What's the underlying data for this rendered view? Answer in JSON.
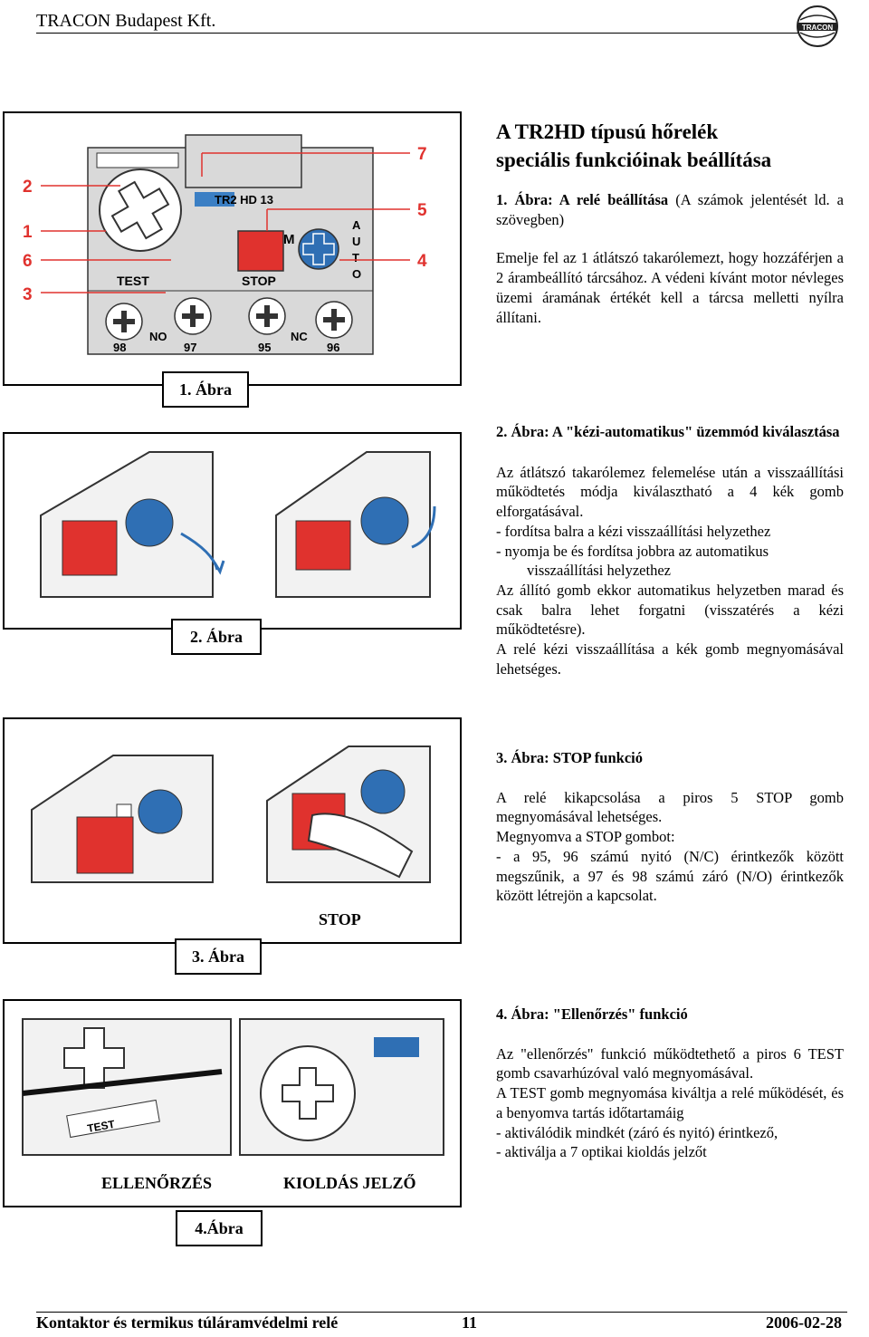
{
  "header": {
    "company": "TRACON Budapest Kft.",
    "logo_text": "TRACON"
  },
  "figure1": {
    "caption": "1. Ábra",
    "callouts": [
      "2",
      "1",
      "6",
      "3",
      "7",
      "5",
      "4"
    ],
    "device_labels": {
      "model": "TR2 HD 13",
      "test": "TEST",
      "stop": "STOP",
      "m": "M",
      "auto": [
        "A",
        "U",
        "T",
        "O"
      ],
      "no": "NO",
      "nc": "NC",
      "terminals": [
        "98",
        "97",
        "95",
        "96"
      ]
    }
  },
  "section1": {
    "title_line1": "A TR2HD típusú hőrelék",
    "title_line2": "speciális funkcióinak beállítása",
    "fig_ref_bold": "1. Ábra: A relé beállítása",
    "fig_ref_rest": "(A számok jelentését ld. a szövegben)",
    "body": "Emelje fel az 1 átlátszó takarólemezt, hogy hozzáférjen a 2 árambeállító tárcsához. A védeni kívánt motor névleges üzemi áramának értékét kell a tárcsa melletti nyílra állítani."
  },
  "figure2": {
    "caption": "2. Ábra"
  },
  "section2": {
    "title": "2. Ábra: A \"kézi-automatikus\" üzemmód kiválasztása",
    "p1": "Az átlátszó takarólemez felemelése után a visszaállítási működtetés módja kiválasztható a 4 kék gomb elforgatásával.",
    "item1": "- fordítsa balra a kézi visszaállítási helyzethez",
    "item2_a": "- nyomja be és fordítsa jobbra az automatikus",
    "item2_b": "visszaállítási helyzethez",
    "p2": "Az állító gomb ekkor automatikus helyzetben marad és csak balra lehet forgatni (visszatérés a kézi működtetésre).",
    "p3": "A relé kézi visszaállítása a kék gomb megnyomásával lehetséges."
  },
  "figure3": {
    "caption": "3. Ábra",
    "label": "STOP"
  },
  "section3": {
    "title": "3. Ábra: STOP funkció",
    "p1": "A relé kikapcsolása a piros 5 STOP gomb megnyomásával lehetséges.",
    "p2": "Megnyomva a STOP gombot:",
    "p3": "- a 95, 96 számú nyitó (N/C) érintkezők között megszűnik, a 97 és 98 számú záró (N/O) érintkezők között létrejön a kapcsolat."
  },
  "figure4": {
    "caption": "4.Ábra",
    "label_left": "ELLENŐRZÉS",
    "label_right": "KIOLDÁS JELZŐ",
    "test": "TEST"
  },
  "section4": {
    "title": "4. Ábra: \"Ellenőrzés\" funkció",
    "p1": "Az \"ellenőrzés\" funkció működtethető a piros 6 TEST gomb csavarhúzóval való megnyomásával.",
    "p2": "A TEST gomb megnyomása kiváltja a relé működését, és a benyomva tartás időtartamáig",
    "p3": "- aktiválódik mindkét (záró és nyitó) érintkező,",
    "p4": "- aktiválja a 7 optikai kioldás jelzőt"
  },
  "footer": {
    "left": "Kontaktor és termikus túláramvédelmi relé",
    "page": "11",
    "date": "2006-02-28"
  },
  "colors": {
    "red": "#e0322e",
    "blue": "#2f6fb4",
    "device_gray": "#d9d9d9"
  }
}
